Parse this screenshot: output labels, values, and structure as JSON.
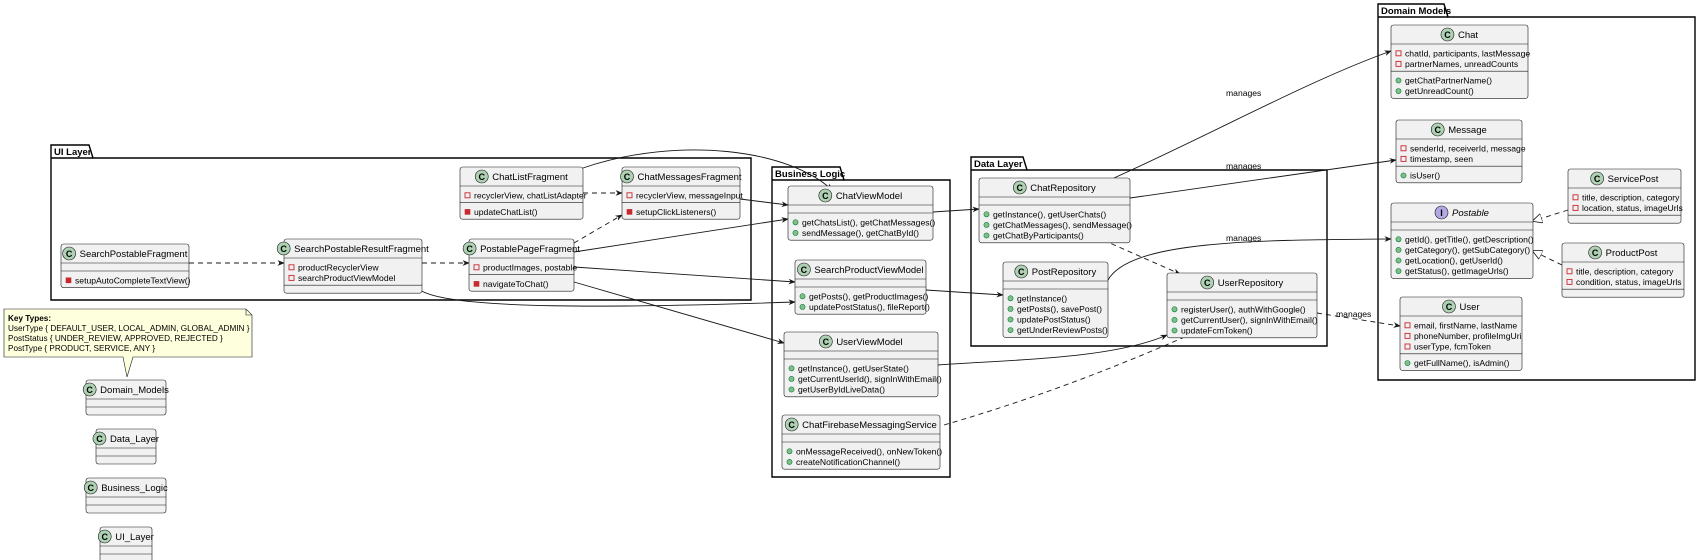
{
  "packages": {
    "ui_layer": "UI Layer",
    "business_logic": "Business Logic",
    "data_layer": "Data Layer",
    "domain_models": "Domain Models"
  },
  "classes": {
    "search_postable_fragment": {
      "name": "SearchPostableFragment",
      "fields": [],
      "methods": [
        "setupAutoCompleteTextView()"
      ]
    },
    "search_postable_result_fragment": {
      "name": "SearchPostableResultFragment",
      "fields": [
        "productRecyclerView",
        "searchProductViewModel"
      ],
      "methods": []
    },
    "chat_list_fragment": {
      "name": "ChatListFragment",
      "fields": [
        "recyclerView, chatListAdapter"
      ],
      "methods": [
        "updateChatList()"
      ]
    },
    "postable_page_fragment": {
      "name": "PostablePageFragment",
      "fields": [
        "productImages, postable"
      ],
      "methods": [
        "navigateToChat()"
      ]
    },
    "chat_messages_fragment": {
      "name": "ChatMessagesFragment",
      "fields": [
        "recyclerView, messageInput"
      ],
      "methods": [
        "setupClickListeners()"
      ]
    },
    "chat_view_model": {
      "name": "ChatViewModel",
      "fields": [],
      "methods": [
        "getChatsList(), getChatMessages()",
        "sendMessage(), getChatById()"
      ]
    },
    "search_product_view_model": {
      "name": "SearchProductViewModel",
      "fields": [],
      "methods": [
        "getPosts(), getProductImages()",
        "updatePostStatus(), fileReport()"
      ]
    },
    "user_view_model": {
      "name": "UserViewModel",
      "fields": [],
      "methods": [
        "getInstance(), getUserState()",
        "getCurrentUserId(), signInWithEmail()",
        "getUserByIdLiveData()"
      ]
    },
    "chat_firebase_messaging_service": {
      "name": "ChatFirebaseMessagingService",
      "fields": [],
      "methods": [
        "onMessageReceived(), onNewToken()",
        "createNotificationChannel()"
      ]
    },
    "chat_repository": {
      "name": "ChatRepository",
      "fields": [],
      "methods": [
        "getInstance(), getUserChats()",
        "getChatMessages(), sendMessage()",
        "getChatByParticipants()"
      ]
    },
    "post_repository": {
      "name": "PostRepository",
      "fields": [],
      "methods": [
        "getInstance()",
        "getPosts(), savePost()",
        "updatePostStatus()",
        "getUnderReviewPosts()"
      ]
    },
    "user_repository": {
      "name": "UserRepository",
      "fields": [],
      "methods": [
        "registerUser(), authWithGoogle()",
        "getCurrentUser(), signInWithEmail()",
        "updateFcmToken()"
      ]
    },
    "chat": {
      "name": "Chat",
      "fields": [
        "chatId, participants, lastMessage",
        "partnerNames, unreadCounts"
      ],
      "methods": [
        "getChatPartnerName()",
        "getUnreadCount()"
      ]
    },
    "message": {
      "name": "Message",
      "fields": [
        "senderId, receiverId, message",
        "timestamp, seen"
      ],
      "methods": [
        "isUser()"
      ]
    },
    "postable": {
      "name": "Postable",
      "fields": [],
      "methods": [
        "getId(), getTitle(), getDescription()",
        "getCategory(), getSubCategory()",
        "getLocation(), getUserId()",
        "getStatus(), getImageUrls()"
      ]
    },
    "service_post": {
      "name": "ServicePost",
      "fields": [
        "title, description, category",
        "location, status, imageUrls"
      ],
      "methods": []
    },
    "product_post": {
      "name": "ProductPost",
      "fields": [
        "title, description, category",
        "condition, status, imageUrls"
      ],
      "methods": []
    },
    "user": {
      "name": "User",
      "fields": [
        "email, firstName, lastName",
        "phoneNumber, profileImgUri",
        "userType, fcmToken"
      ],
      "methods": [
        "getFullName(), isAdmin()"
      ]
    },
    "domain_models_stub": {
      "name": "Domain_Models",
      "fields": [],
      "methods": []
    },
    "data_layer_stub": {
      "name": "Data_Layer",
      "fields": [],
      "methods": []
    },
    "business_logic_stub": {
      "name": "Business_Logic",
      "fields": [],
      "methods": []
    },
    "ui_layer_stub": {
      "name": "UI_Layer",
      "fields": [],
      "methods": []
    }
  },
  "note": {
    "title": "Key Types:",
    "lines": [
      "UserType { DEFAULT_USER, LOCAL_ADMIN, GLOBAL_ADMIN }",
      "PostStatus { UNDER_REVIEW, APPROVED, REJECTED }",
      "PostType { PRODUCT, SERVICE, ANY }"
    ]
  },
  "edge_labels": {
    "manages_chat": "manages",
    "manages_message": "manages",
    "manages_postable": "manages",
    "manages_user": "manages"
  },
  "colors": {
    "class_fill": "#F1F1F1",
    "class_border": "#181818",
    "circle_class": "#ADD1B2",
    "circle_interface": "#B4A7E5",
    "note_fill": "#FEFFDD",
    "private_field": "#C82930",
    "public_method": "#84BE84"
  }
}
